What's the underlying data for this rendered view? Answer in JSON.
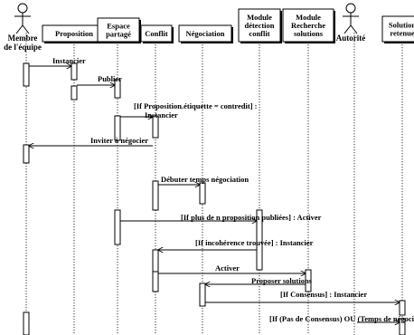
{
  "participants": [
    {
      "id": "membre",
      "kind": "actor",
      "label_lines": [
        "Membre",
        "de l'équipe"
      ]
    },
    {
      "id": "proposition",
      "kind": "box",
      "label_lines": [
        "Proposition"
      ]
    },
    {
      "id": "espace",
      "kind": "box",
      "label_lines": [
        "Espace",
        "partagé"
      ]
    },
    {
      "id": "conflit",
      "kind": "box",
      "label_lines": [
        "Conflit"
      ]
    },
    {
      "id": "negociation",
      "kind": "box",
      "label_lines": [
        "Négociation"
      ]
    },
    {
      "id": "detection",
      "kind": "box",
      "label_lines": [
        "Module",
        "détection",
        "conflit"
      ]
    },
    {
      "id": "recherche",
      "kind": "box",
      "label_lines": [
        "Module",
        "Recherche",
        "solutions"
      ]
    },
    {
      "id": "autorite",
      "kind": "actor",
      "label_lines": [
        "Autorité"
      ]
    },
    {
      "id": "solution",
      "kind": "box",
      "label_lines": [
        "Solution",
        "retenue"
      ]
    }
  ],
  "messages": [
    {
      "from": "membre",
      "to": "proposition",
      "label": "Instancier"
    },
    {
      "from": "proposition",
      "to": "espace",
      "label": "Publier"
    },
    {
      "from": "espace",
      "to": "conflit",
      "label": "[If Proposition.étiquette = contredit] : Instancier"
    },
    {
      "from": "conflit",
      "to": "membre",
      "label": "Inviter à négocier"
    },
    {
      "from": "conflit",
      "to": "negociation",
      "label": "Débuter temps négociation"
    },
    {
      "from": "espace",
      "to": "detection",
      "label": "[If plus de n proposition publiées] : Activer"
    },
    {
      "from": "detection",
      "to": "conflit",
      "label": "[If incohérence trouvée] : Instancier"
    },
    {
      "from": "conflit",
      "to": "recherche",
      "label": "Activer"
    },
    {
      "from": "recherche",
      "to": "negociation",
      "label": "Proposer solutions"
    },
    {
      "from": "negociation",
      "to": "solution",
      "label": "[If Consensus] : Instancier"
    },
    {
      "from": "autorite",
      "to": "solution",
      "label": "[If (Pas de Consensus) OU (Temps de négociation épuisé)] : décider solution"
    }
  ]
}
